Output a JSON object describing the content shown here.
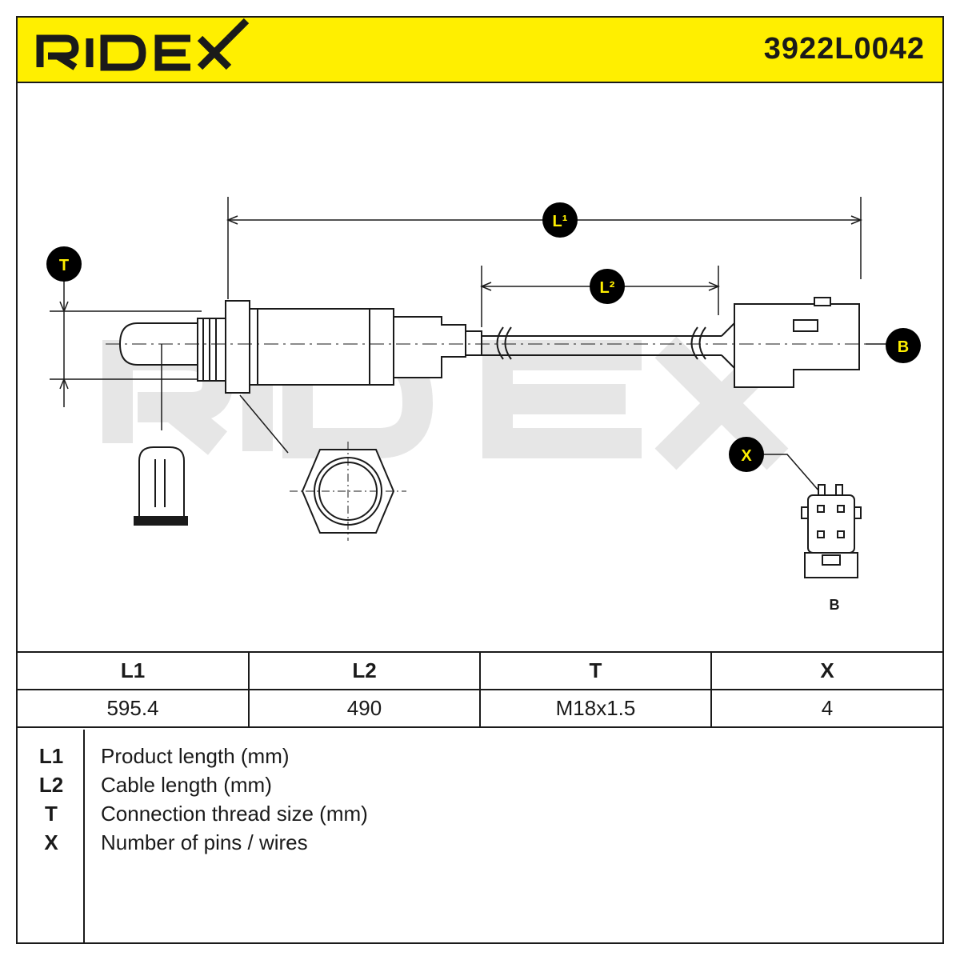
{
  "header": {
    "brand": "RIDEX",
    "part_number": "3922L0042"
  },
  "drawing": {
    "callouts": {
      "t": "T",
      "l1": "L¹",
      "l2": "L²",
      "b": "B",
      "x": "X"
    },
    "connector_label": "B",
    "watermark": "RIDEX"
  },
  "specs": {
    "headers": [
      "L1",
      "L2",
      "T",
      "X"
    ],
    "values": [
      "595.4",
      "490",
      "M18x1.5",
      "4"
    ]
  },
  "legend": [
    {
      "key": "L1",
      "desc": "Product length (mm)"
    },
    {
      "key": "L2",
      "desc": "Cable length (mm)"
    },
    {
      "key": "T",
      "desc": "Connection thread size (mm)"
    },
    {
      "key": "X",
      "desc": "Number of pins / wires"
    }
  ],
  "colors": {
    "header_bg": "#ffef00",
    "line": "#1a1a1a",
    "watermark": "#e6e6e6",
    "callout_fill": "#000000",
    "callout_text": "#ffef00"
  }
}
